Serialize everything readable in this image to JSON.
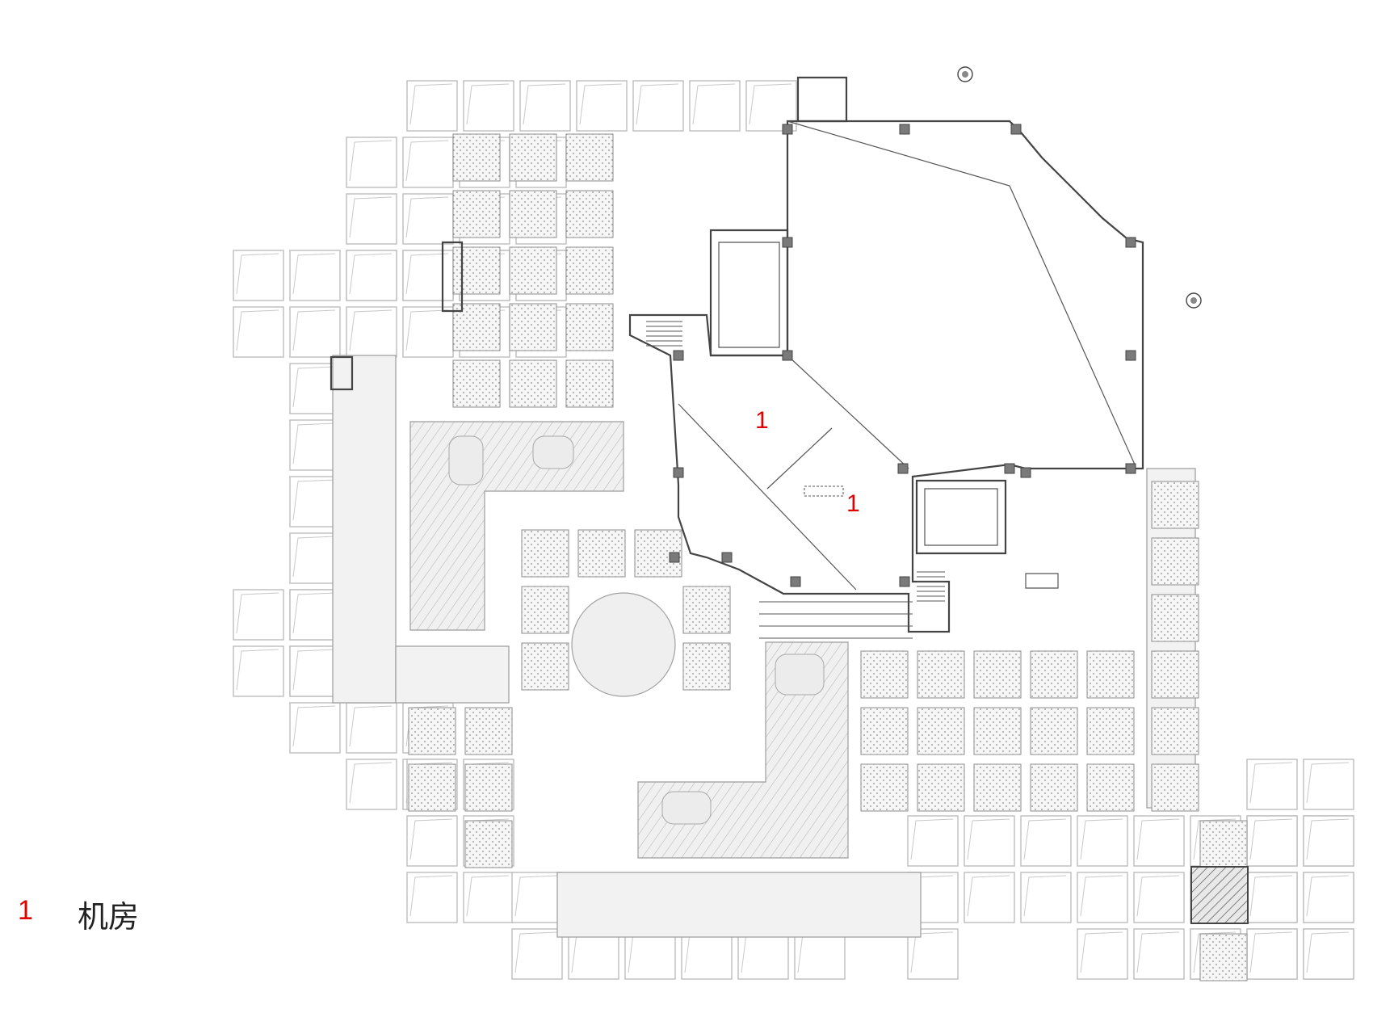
{
  "plan": {
    "room_labels": [
      {
        "label": "1"
      },
      {
        "label": "1"
      }
    ]
  },
  "legend": {
    "items": [
      {
        "number": "1",
        "text": "机房"
      }
    ]
  },
  "colors": {
    "label_red": "#e00000",
    "line_dark": "#444444",
    "line_light": "#bdbdbd",
    "planter_fill": "#f2f2f2"
  }
}
